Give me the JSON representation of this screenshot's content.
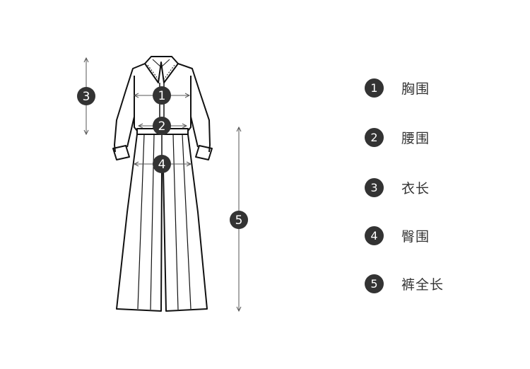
{
  "markers": [
    "1",
    "2",
    "3",
    "4",
    "5"
  ],
  "legend": [
    {
      "number": "1",
      "label": "胸围"
    },
    {
      "number": "2",
      "label": "腰围"
    },
    {
      "number": "3",
      "label": "衣长"
    },
    {
      "number": "4",
      "label": "臀围"
    },
    {
      "number": "5",
      "label": "裤全长"
    }
  ],
  "colors": {
    "marker": "#333333",
    "line": "#111111"
  }
}
